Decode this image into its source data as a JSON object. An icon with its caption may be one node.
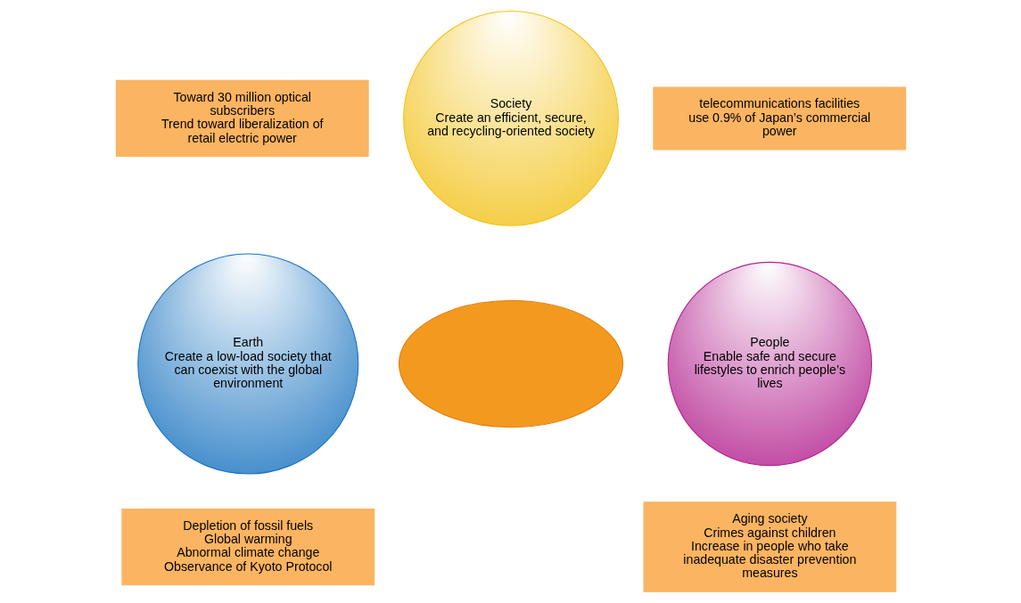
{
  "diagram": {
    "nodes": [
      {
        "text": [
          "Toward 30 million optical subscribers",
          "Trend toward liberalization of retail electric power"
        ]
      },
      {
        "text": [
          "Society",
          "Create an efficient, secure, and recycling-oriented society"
        ]
      },
      {
        "text": [
          "telecommunications facilities use 0.9% of Japan’s commercial power"
        ]
      },
      {
        "text": [],
        "shape": "ellipse"
      },
      {
        "text": [
          "Earth",
          "Create a low-load society that can coexist with the global environment"
        ]
      },
      {
        "text": [
          "People",
          "Enable safe and secure lifestyles to enrich people’s lives"
        ]
      },
      {
        "text": [
          "Depletion of fossil fuels",
          "Global warming",
          "Abnormal climate change",
          "Observance of Kyoto Protocol"
        ]
      },
      {
        "text": [
          "Aging society",
          "Crimes against children",
          "Increase in people who take inadequate disaster prevention measures"
        ]
      }
    ]
  }
}
